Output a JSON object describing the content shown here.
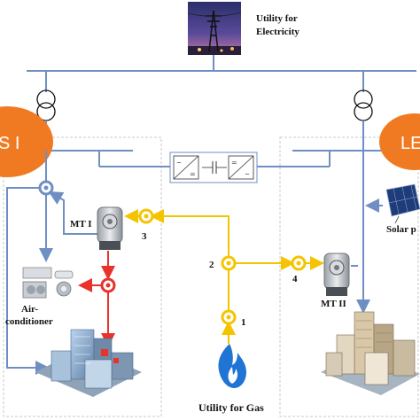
{
  "utility_electricity": {
    "line1": "Utility for",
    "line2": "Electricity"
  },
  "utility_gas": {
    "label": "Utility for Gas"
  },
  "energy_hub_left": {
    "label": "S I"
  },
  "energy_hub_right": {
    "label": "LE"
  },
  "devices": {
    "mt1": "MT I",
    "mt2": "MT II",
    "air_conditioner_line1": "Air-",
    "air_conditioner_line2": "conditioner",
    "solar": "Solar p"
  },
  "gas_nodes": [
    "1",
    "2",
    "3",
    "4"
  ],
  "colors": {
    "power_line": "#6f8fc4",
    "gas_line": "#f5c400",
    "heat_line": "#e8322a",
    "hub_fill": "#f07a22",
    "boundary": "#c9c9c9",
    "flame": "#1f74d4"
  }
}
